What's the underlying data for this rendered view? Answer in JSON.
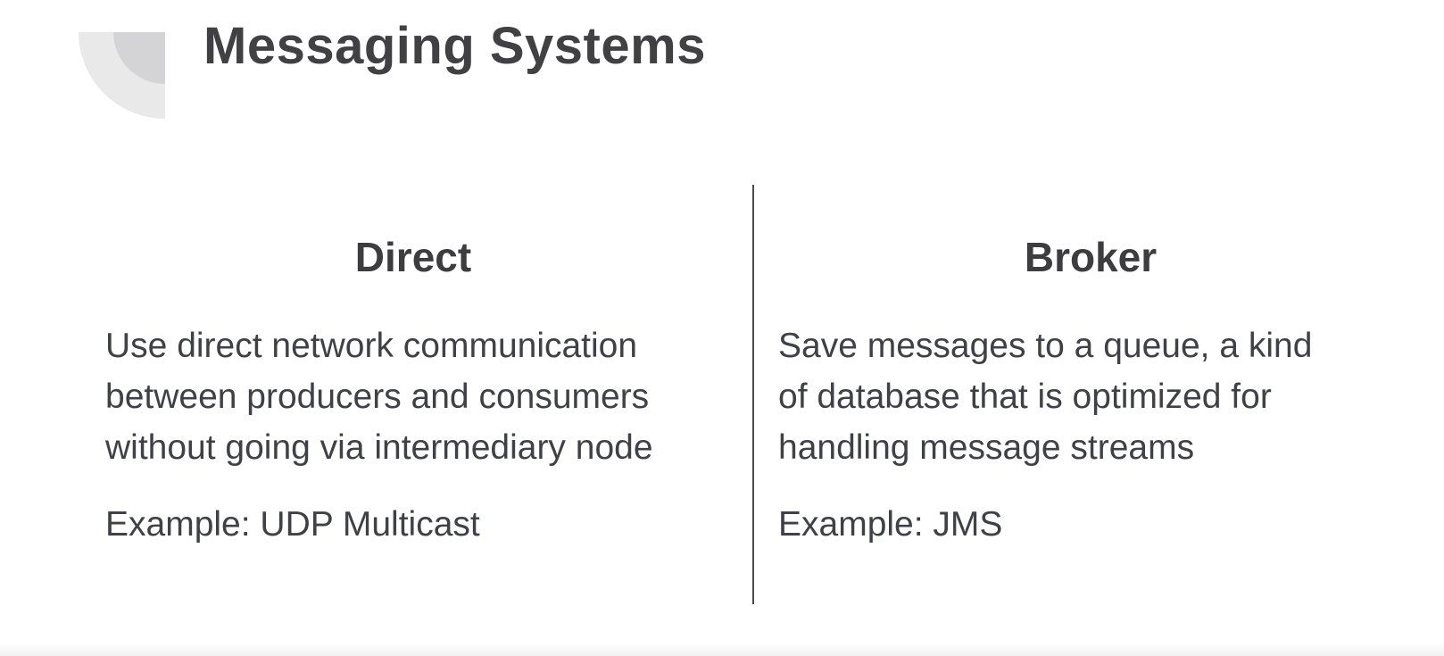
{
  "slide": {
    "title": "Messaging Systems",
    "columns": [
      {
        "heading": "Direct",
        "body_lines": [
          "Use direct network communication",
          "between producers and consumers",
          "without going via intermediary node"
        ],
        "example": "Example: UDP Multicast"
      },
      {
        "heading": "Broker",
        "body_lines": [
          "Save messages to a queue, a kind",
          "of database that is optimized for",
          "handling message streams"
        ],
        "example": "Example: JMS"
      }
    ],
    "colors": {
      "background": "#ffffff",
      "title": "#414144",
      "heading": "#3d3d40",
      "body": "#3f4147",
      "divider": "#4b4b4e",
      "ornament_outer": "#e9e9ea",
      "ornament_inner": "#d4d4d6"
    }
  }
}
